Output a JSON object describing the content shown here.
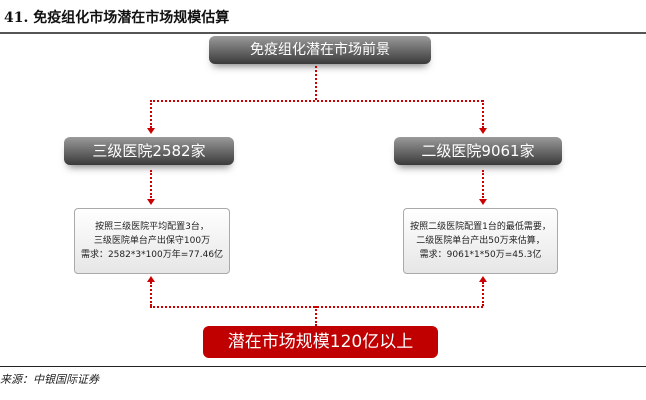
{
  "title": "41. 免疫组化市场潜在市场规模估算",
  "top_box": "免疫组化潜在市场前景",
  "left": {
    "header": "三级医院2582家",
    "lines": [
      "按照三级医院平均配置3台，",
      "三级医院单台产出保守100万",
      "需求：2582*3*100万年=77.46亿"
    ]
  },
  "right": {
    "header": "二级医院9061家",
    "lines": [
      "按照二级医院配置1台的最低需要，",
      "二级医院单台产出50万来估算，",
      "需求：9061*1*50万=45.3亿"
    ]
  },
  "bottom_box": "潜在市场规模120亿以上",
  "source": "来源：中银国际证券"
}
